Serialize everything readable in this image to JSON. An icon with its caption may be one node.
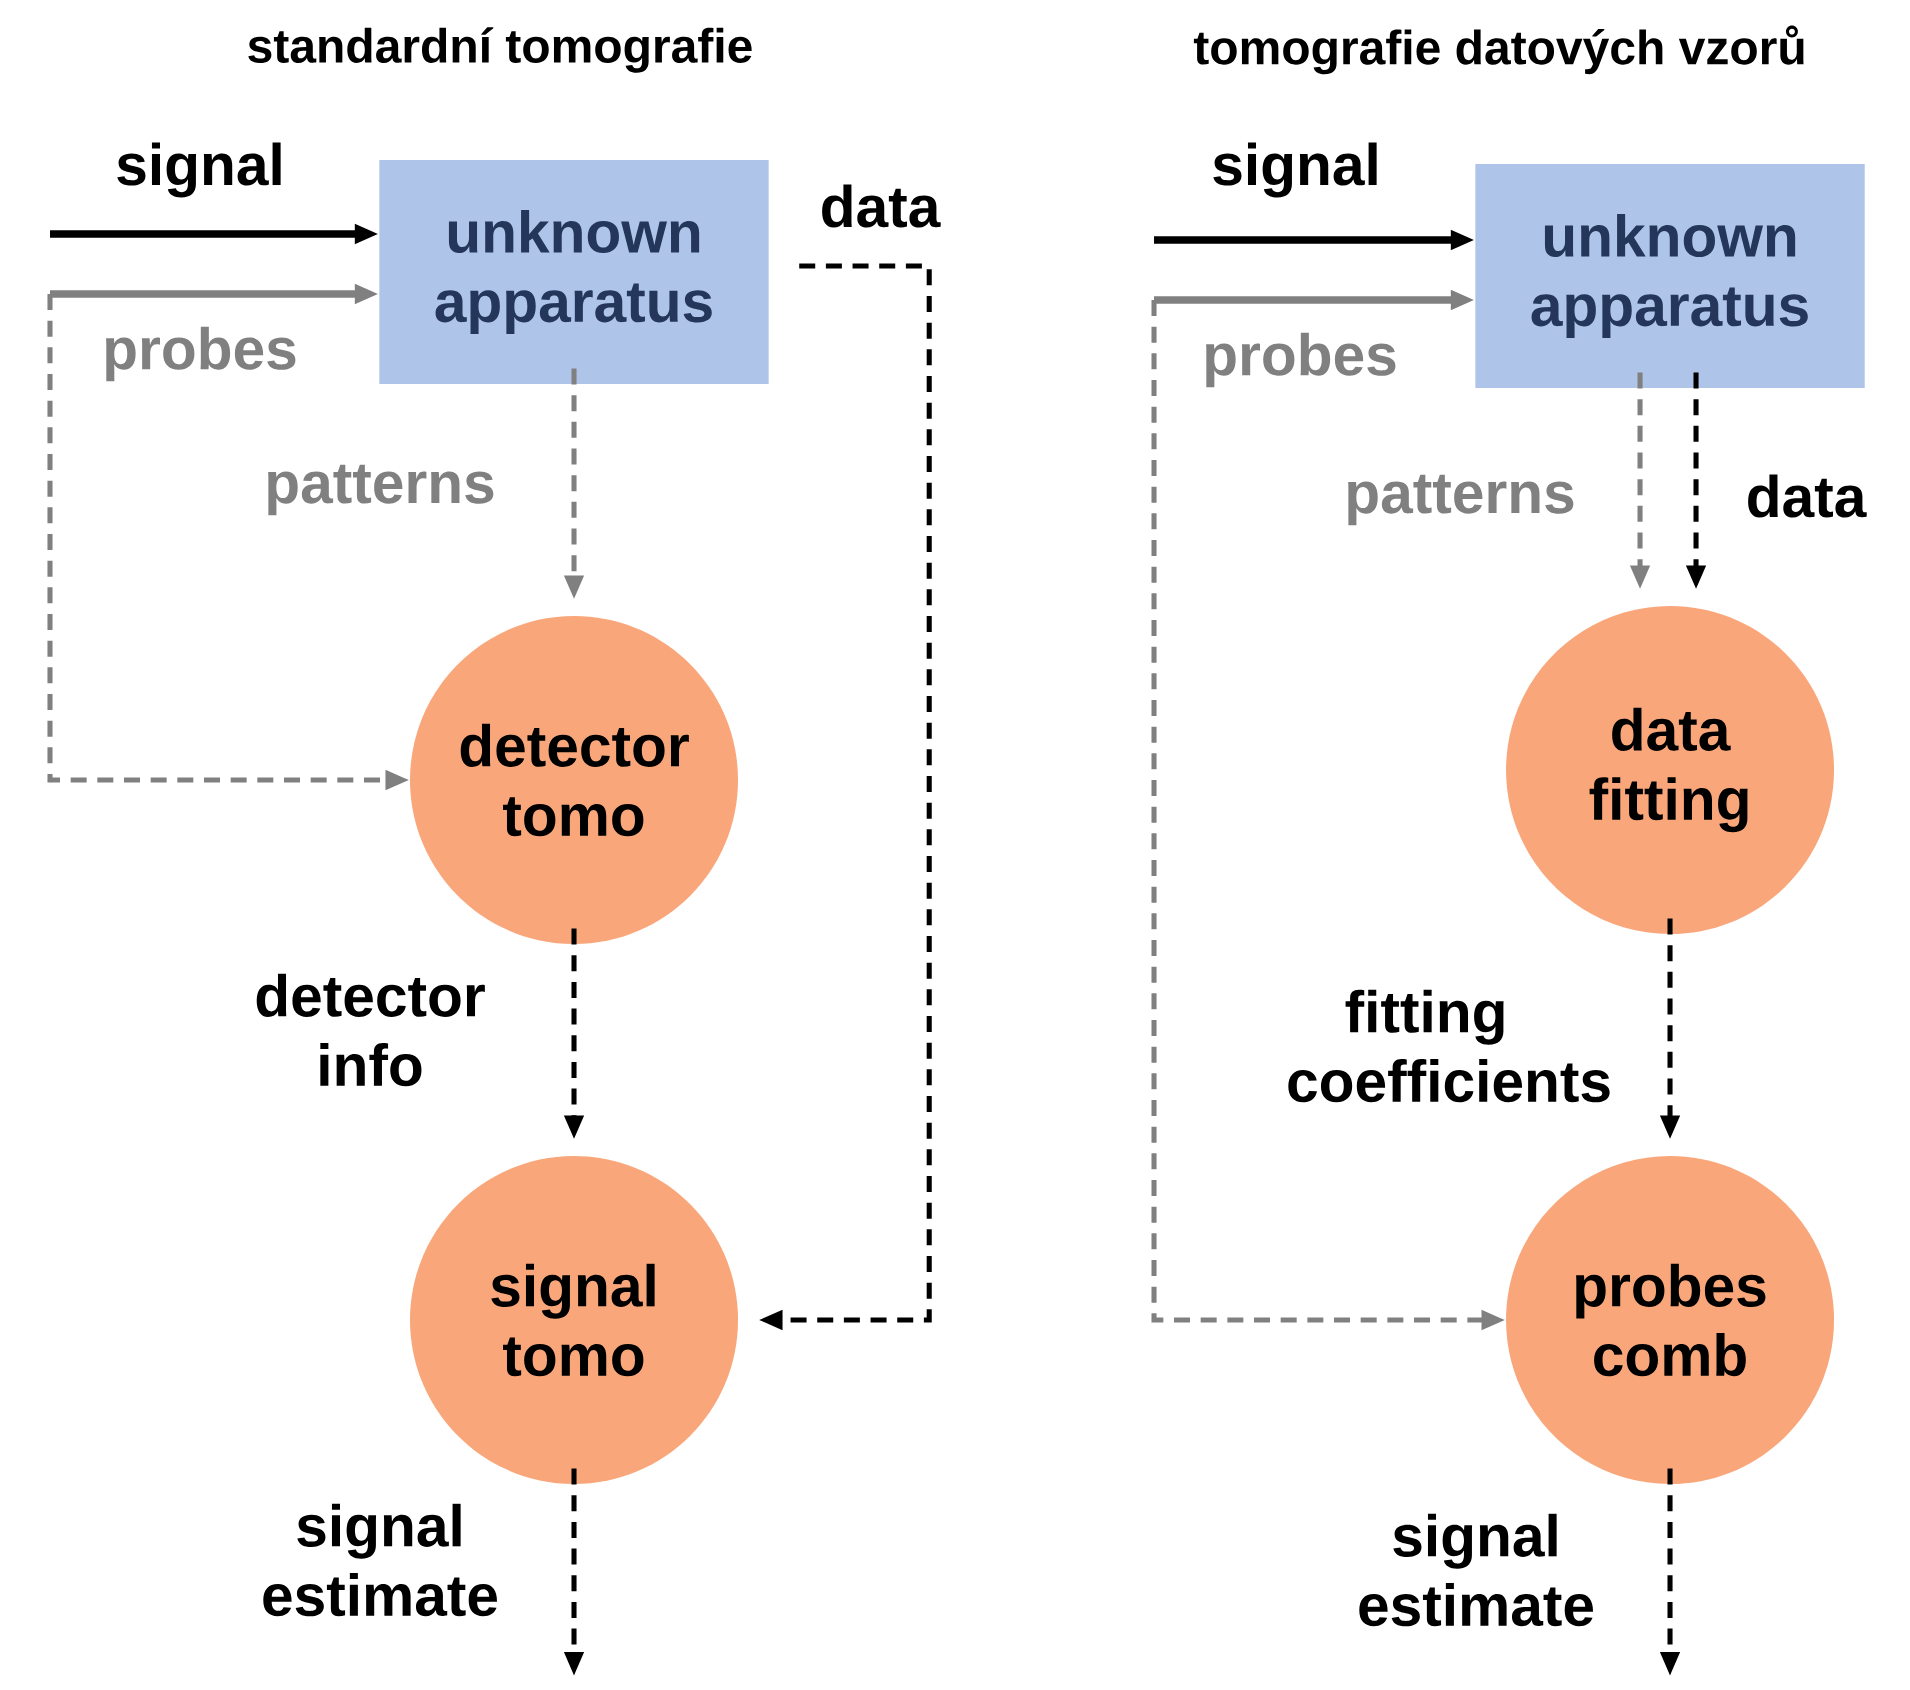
{
  "diagram": {
    "nodes": [
      {
        "text": [
          "unknown apparatus"
        ]
      },
      {
        "text": [
          "detector tomo"
        ]
      },
      {
        "text": [
          "signal tomo"
        ]
      },
      {
        "text": [
          "unknown apparatus"
        ]
      },
      {
        "text": [
          "data fitting"
        ]
      },
      {
        "text": [
          "probes comb"
        ]
      }
    ],
    "edges": [
      {
        "from": null,
        "to": 0,
        "arrow": "to",
        "label": "signal"
      },
      {
        "from": null,
        "to": 0,
        "arrow": "to",
        "label": "probes",
        "color": "#808080"
      },
      {
        "from": null,
        "to": 1,
        "arrow": "to",
        "style": "dashed",
        "color": "#808080"
      },
      {
        "from": 0,
        "to": 1,
        "arrow": "to",
        "label": "patterns",
        "style": "dashed",
        "color": "#808080"
      },
      {
        "from": 0,
        "to": 2,
        "arrow": "to",
        "label": "data",
        "style": "dashed"
      },
      {
        "from": 1,
        "to": 2,
        "arrow": "to",
        "label": "detector info",
        "style": "dashed"
      },
      {
        "from": 2,
        "to": null,
        "arrow": "to",
        "label": "signal estimate",
        "style": "dashed"
      },
      {
        "from": null,
        "to": 3,
        "arrow": "to",
        "label": "signal"
      },
      {
        "from": null,
        "to": 3,
        "arrow": "to",
        "label": "probes",
        "color": "#808080"
      },
      {
        "from": null,
        "to": 5,
        "arrow": "to",
        "style": "dashed",
        "color": "#808080"
      },
      {
        "from": 3,
        "to": 4,
        "arrow": "to",
        "label": "patterns",
        "style": "dashed",
        "color": "#808080"
      },
      {
        "from": 3,
        "to": 4,
        "arrow": "to",
        "label": "data",
        "style": "dashed"
      },
      {
        "from": 4,
        "to": 5,
        "arrow": "to",
        "label": "fitting coefficients",
        "style": "dashed"
      },
      {
        "from": 5,
        "to": null,
        "arrow": "to",
        "label": "signal estimate",
        "style": "dashed"
      }
    ],
    "labels": [
      "standardní tomografie",
      "tomografie datových vzorů"
    ]
  }
}
